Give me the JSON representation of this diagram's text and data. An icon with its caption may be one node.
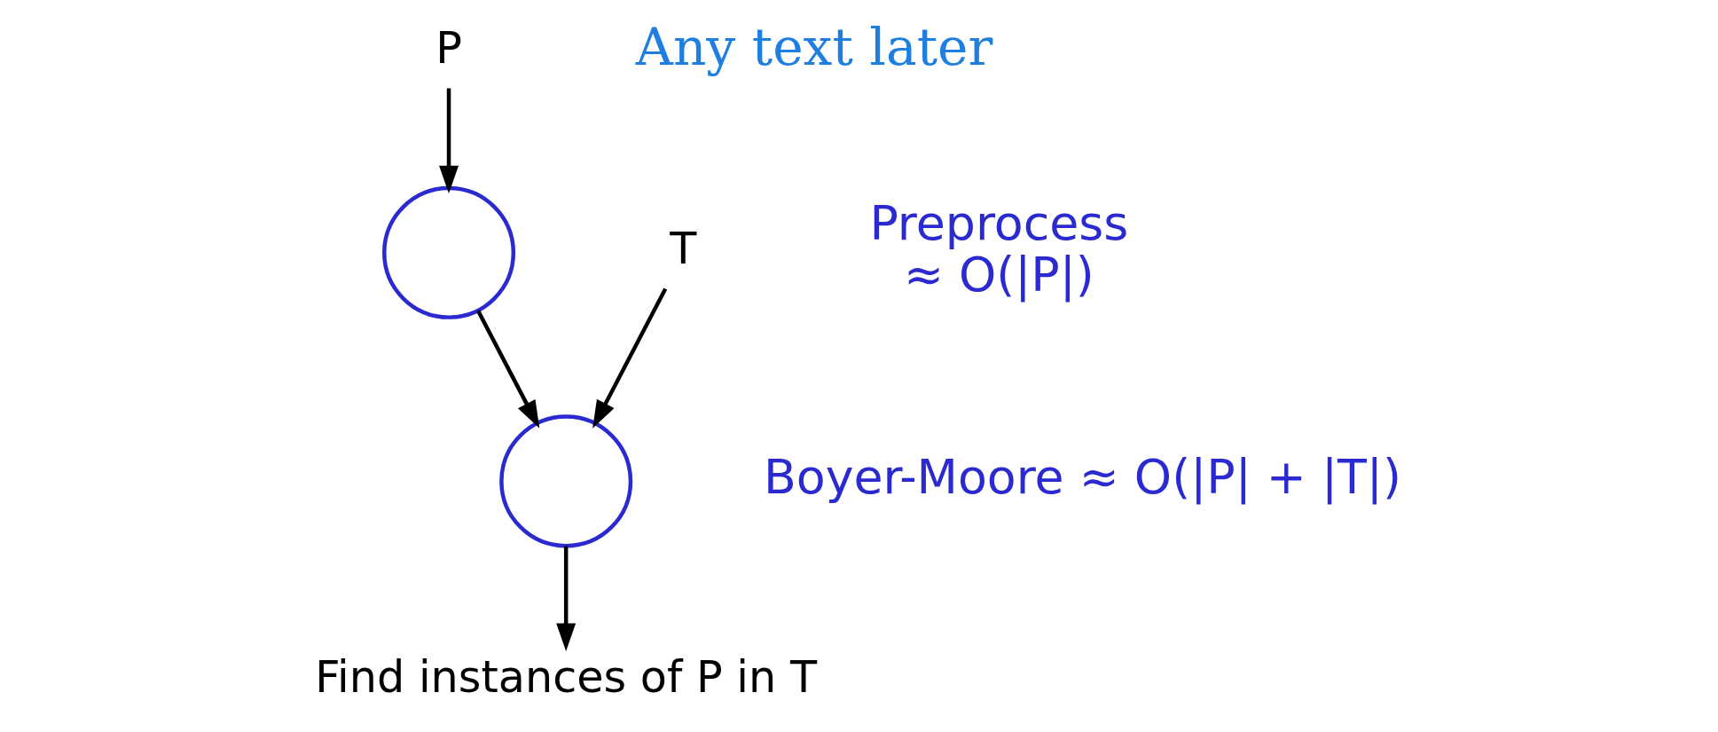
{
  "diagram": {
    "nodes": [
      {
        "text": [
          "P"
        ]
      },
      {
        "text": [],
        "shape": "circle",
        "beside": [
          "Preprocess",
          "≈ O(|P|)"
        ]
      },
      {
        "text": [
          "T"
        ]
      },
      {
        "text": [],
        "shape": "circle",
        "beside": [
          "Boyer-Moore ≈ O(|P| + |T|)"
        ]
      },
      {
        "text": [
          "Find instances of P in T"
        ]
      }
    ],
    "edges": [
      {
        "from": 0,
        "to": 1,
        "arrow": "to"
      },
      {
        "from": 1,
        "to": 3,
        "arrow": "to"
      },
      {
        "from": 2,
        "to": 3,
        "arrow": "to"
      },
      {
        "from": 3,
        "to": 4,
        "arrow": "to"
      }
    ],
    "labels": [
      "Any text later"
    ]
  }
}
